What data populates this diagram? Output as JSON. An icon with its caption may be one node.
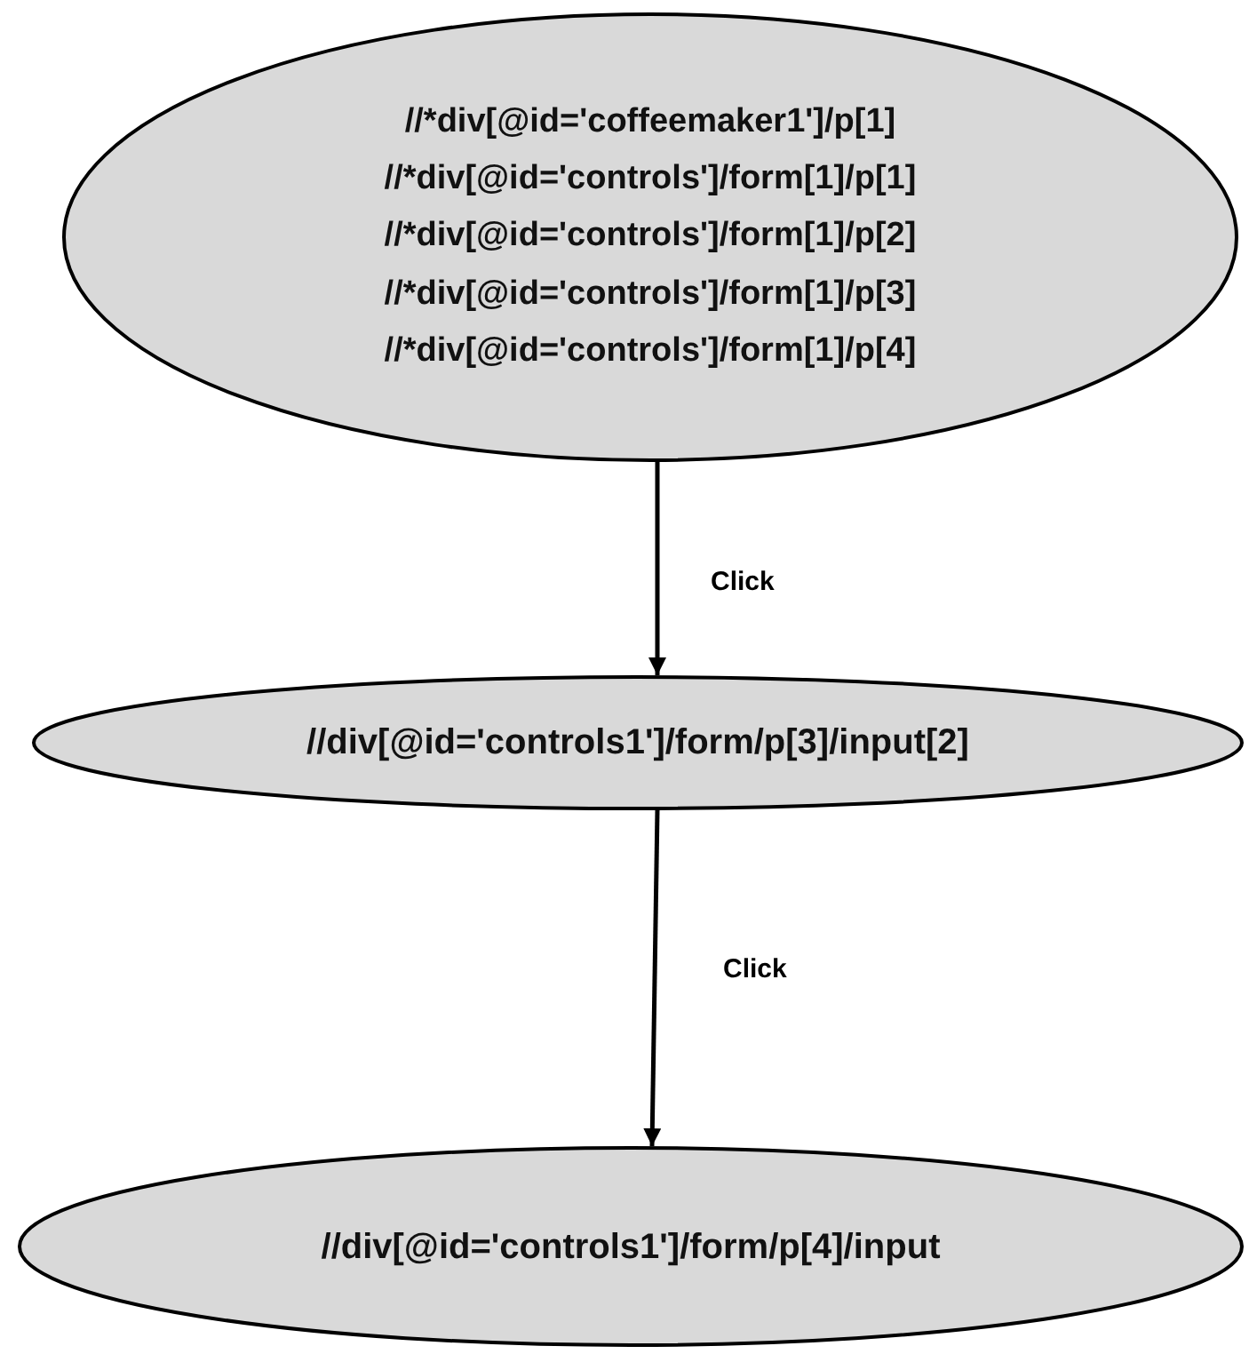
{
  "diagram": {
    "nodes": [
      {
        "text": [
          "//*div[@id='coffeemaker1']/p[1]",
          "//*div[@id='controls']/form[1]/p[1]",
          "//*div[@id='controls']/form[1]/p[2]",
          "//*div[@id='controls']/form[1]/p[3]",
          "//*div[@id='controls']/form[1]/p[4]"
        ]
      },
      {
        "text": [
          "//div[@id='controls1']/form/p[3]/input[2]"
        ]
      },
      {
        "text": [
          "//div[@id='controls1']/form/p[4]/input"
        ]
      }
    ],
    "edges": [
      {
        "from": 0,
        "to": 1,
        "label": "Click",
        "arrow": "to"
      },
      {
        "from": 1,
        "to": 2,
        "label": "Click",
        "arrow": "to"
      }
    ]
  }
}
